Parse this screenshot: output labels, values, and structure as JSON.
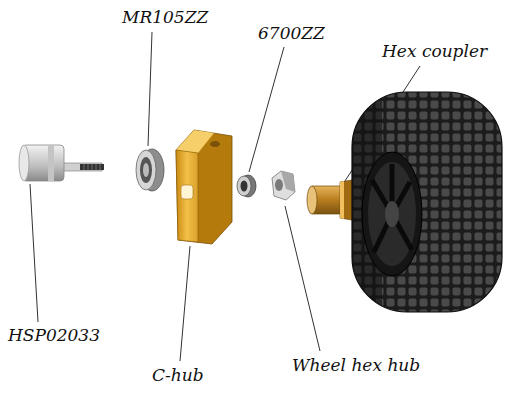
{
  "diagram": {
    "labels": [
      "MR105ZZ",
      "6700ZZ",
      "Hex coupler",
      "HSP02033",
      "C-hub",
      "Wheel hex hub"
    ]
  }
}
